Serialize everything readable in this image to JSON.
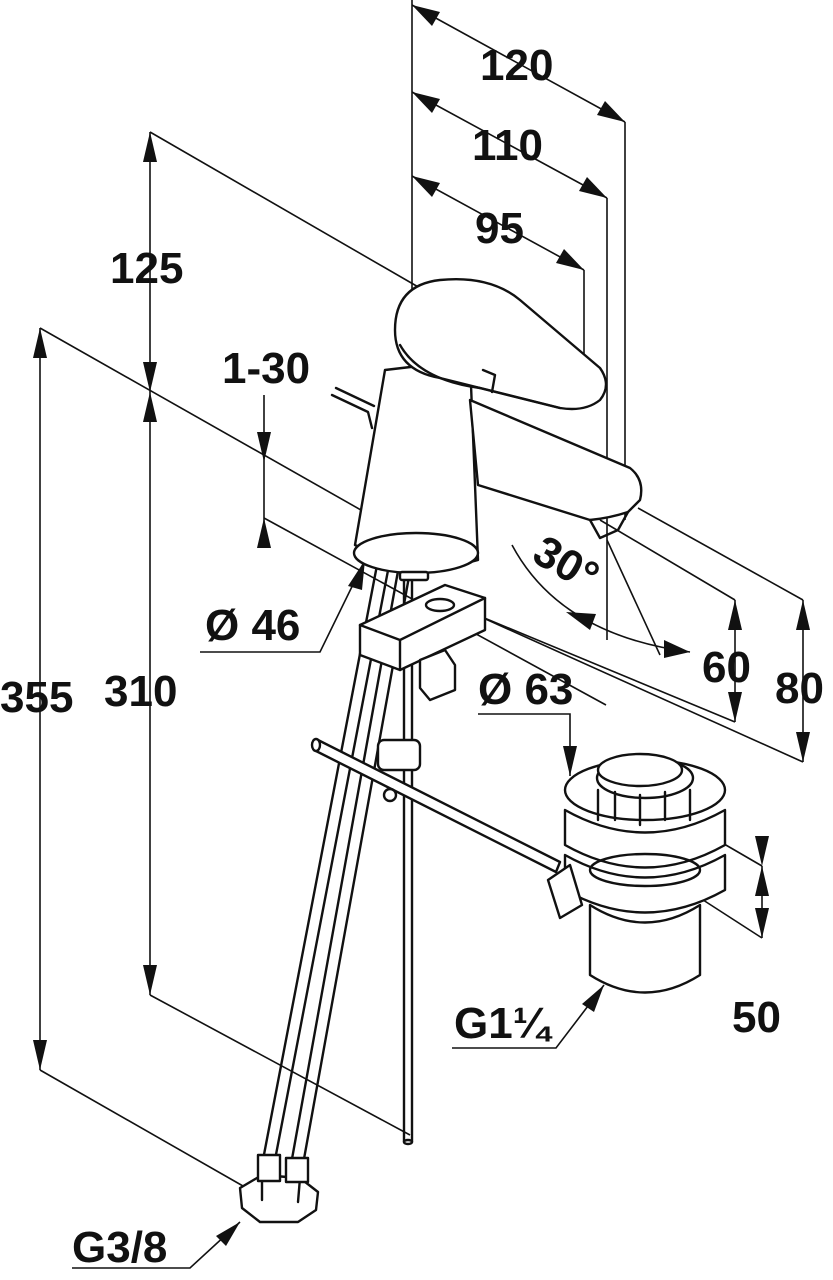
{
  "dimensions": {
    "width_total": "120",
    "width_mid": "110",
    "width_spout": "95",
    "height_top": "125",
    "thickness": "1-30",
    "tap_diameter": "Ø 46",
    "height_overall": "355",
    "height_body": "310",
    "waste_diameter": "Ø 63",
    "spout_angle": "30°",
    "spout_height_60": "60",
    "spout_height_80": "80",
    "waste_height": "50",
    "waste_thread": "G1¼",
    "supply_thread": "G3/8"
  }
}
